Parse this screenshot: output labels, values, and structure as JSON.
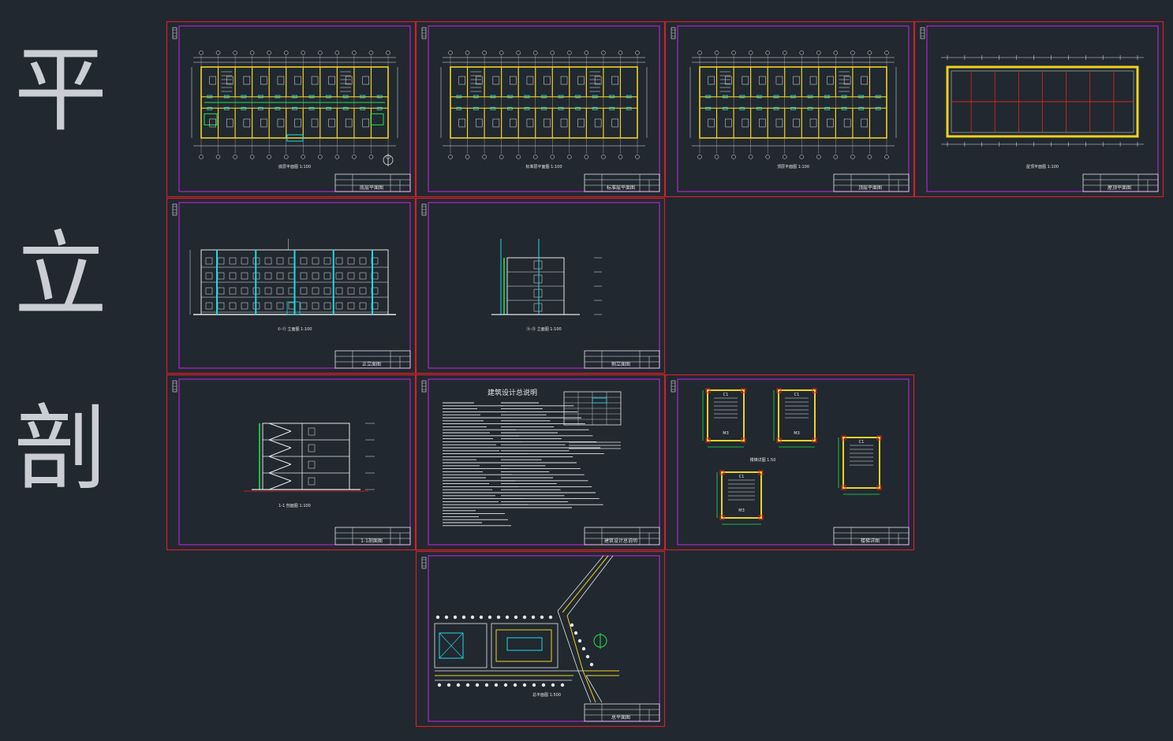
{
  "side_title": [
    "平",
    "立",
    "剖"
  ],
  "colors": {
    "background": "#212830",
    "sheet_border": "#d2202a",
    "inner_frame": "#b026c8",
    "line_white": "#e6e6e6",
    "wall_yellow": "#f0d21e",
    "green": "#1fe34a",
    "cyan": "#23d8e0",
    "red": "#e02424"
  },
  "sheets": [
    {
      "title": "底层平面图",
      "caption": "底层平面图 1:100",
      "kind": "plan"
    },
    {
      "title": "标准层平面图",
      "caption": "标准层平面图 1:100",
      "kind": "plan"
    },
    {
      "title": "顶层平面图",
      "caption": "顶层平面图 1:100",
      "kind": "plan"
    },
    {
      "title": "屋顶平面图",
      "caption": "屋顶平面图 1:100",
      "kind": "roof"
    },
    {
      "title": "正立面图",
      "caption": "①-⑪ 立面图 1:100",
      "kind": "front-elevation"
    },
    {
      "title": "侧立面图",
      "caption": "Ⓐ-Ⓓ 立面图 1:100",
      "kind": "side-elevation"
    },
    {
      "title": "1-1剖面图",
      "caption": "1-1 剖面图 1:100",
      "kind": "section"
    },
    {
      "title": "建筑设计总说明",
      "heading": "建筑设计总说明",
      "kind": "notes"
    },
    {
      "title": "楼梯详图",
      "caption": "楼梯详图 1:50",
      "kind": "details",
      "labels": [
        "C1",
        "C1",
        "C1",
        "C1",
        "M3",
        "M3",
        "M3"
      ]
    },
    {
      "title": "总平面图",
      "caption": "总平面图 1:500",
      "kind": "site"
    }
  ]
}
